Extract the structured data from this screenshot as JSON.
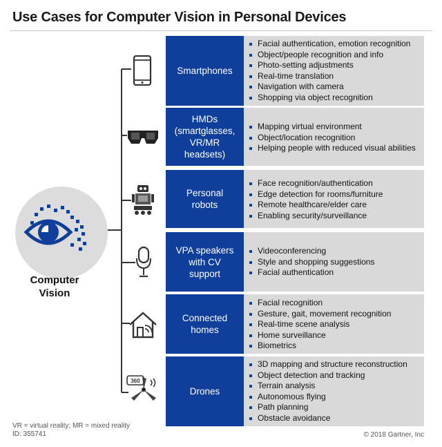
{
  "title": "Use Cases for Computer Vision in Personal Devices",
  "hub": {
    "label_line1": "Computer",
    "label_line2": "Vision"
  },
  "categories": [
    {
      "label_lines": [
        "Smartphones"
      ],
      "icon": "smartphone-icon",
      "items": [
        "Facial  authentication, emotion recognition",
        "Object/people recognition and info",
        "Photo-setting adjustments",
        "Real-time translation",
        "Navigation with camera",
        "Shopping via object recognition"
      ]
    },
    {
      "label_lines": [
        "HMDs",
        "(smartglasses,",
        "VR/MR",
        "headsets)"
      ],
      "icon": "smartglasses-icon",
      "items": [
        "Mapping virtual environment",
        "Object/location recognition",
        "Helping people with reduced visual abilities"
      ]
    },
    {
      "label_lines": [
        "Personal",
        "robots"
      ],
      "icon": "robot-icon",
      "items": [
        "Face recognition/authentication",
        "Edge detection for rooms/furniture",
        "Remote healthcare/elder care",
        "Enabling security/surveillance"
      ]
    },
    {
      "label_lines": [
        "VPA speakers",
        "with CV",
        "support"
      ],
      "icon": "microphone-icon",
      "items": [
        "Videoconferencing",
        "Style and shopping suggestions",
        "Facial authentication"
      ]
    },
    {
      "label_lines": [
        "Connected",
        "homes"
      ],
      "icon": "smart-home-icon",
      "items": [
        "Facial recognition",
        "Gesture, gait, movement recognition",
        "Real-time scene analysis",
        "Home surveillance",
        "Biometrics"
      ]
    },
    {
      "label_lines": [
        "Drones"
      ],
      "icon": "drone-icon",
      "items": [
        "3D mapping and structure reconstruction",
        "Object detection and tracking",
        "Terrain analysis",
        "Autonomous flying",
        "Path planning",
        "Obstacle avoidance"
      ]
    }
  ],
  "drone_icon_text": "360",
  "footnote": {
    "line1": "VR = virtual reality; MR = mixed reality",
    "line2": "ID: 355741"
  },
  "copyright": "© 2018 Gartner, Inc",
  "colors": {
    "accent_blue": "#0f3f9a",
    "panel_gray": "#d9d9d9",
    "hub_gray": "#dcdcdc",
    "line": "#333333"
  }
}
